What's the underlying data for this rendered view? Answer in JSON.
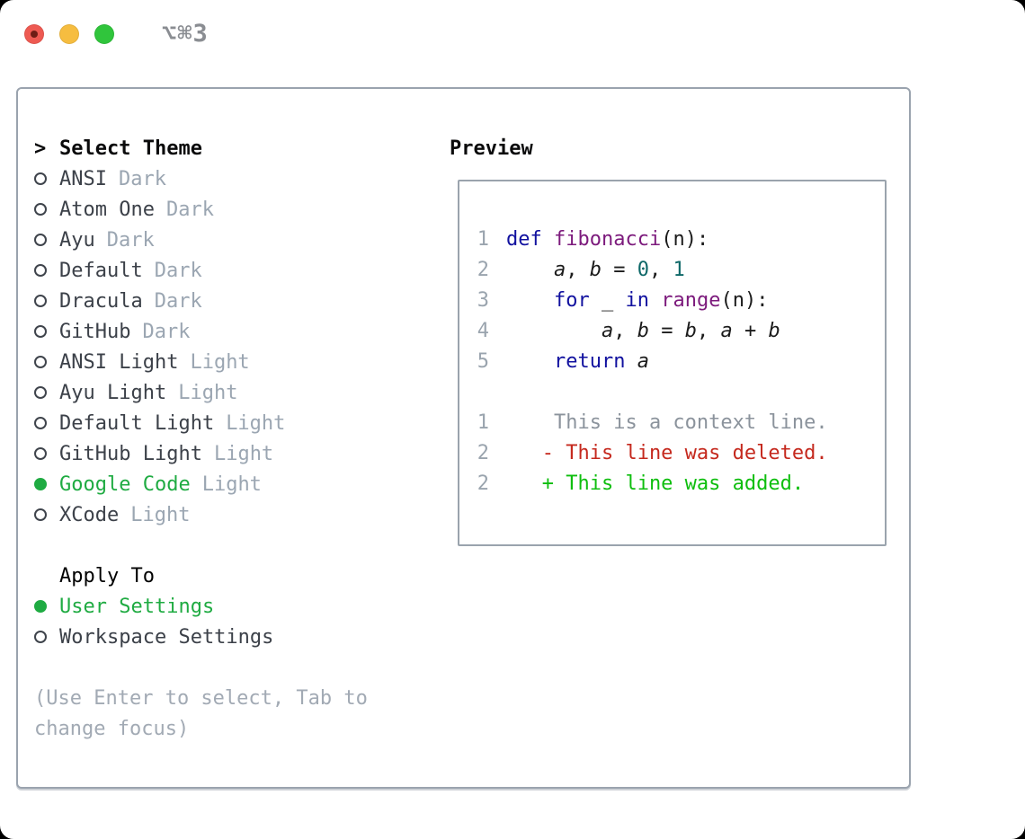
{
  "window": {
    "shortcut_label": "⌥⌘3",
    "traffic_lights": [
      {
        "name": "close",
        "color": "#ee5a52",
        "has_dot": true
      },
      {
        "name": "minimize",
        "color": "#f6bd40",
        "has_dot": false
      },
      {
        "name": "zoom",
        "color": "#30c53c",
        "has_dot": false
      }
    ]
  },
  "theme_panel": {
    "header": {
      "cursor": ">",
      "label": "Select Theme"
    },
    "themes": [
      {
        "name": "ANSI",
        "variant": "Dark",
        "selected": false
      },
      {
        "name": "Atom One",
        "variant": "Dark",
        "selected": false
      },
      {
        "name": "Ayu",
        "variant": "Dark",
        "selected": false
      },
      {
        "name": "Default",
        "variant": "Dark",
        "selected": false
      },
      {
        "name": "Dracula",
        "variant": "Dark",
        "selected": false
      },
      {
        "name": "GitHub",
        "variant": "Dark",
        "selected": false
      },
      {
        "name": "ANSI Light",
        "variant": "Light",
        "selected": false
      },
      {
        "name": "Ayu Light",
        "variant": "Light",
        "selected": false
      },
      {
        "name": "Default Light",
        "variant": "Light",
        "selected": false
      },
      {
        "name": "GitHub Light",
        "variant": "Light",
        "selected": false
      },
      {
        "name": "Google Code",
        "variant": "Light",
        "selected": true
      },
      {
        "name": "XCode",
        "variant": "Light",
        "selected": false
      }
    ],
    "apply_to": {
      "label": "Apply To",
      "options": [
        {
          "name": "User Settings",
          "selected": true
        },
        {
          "name": "Workspace Settings",
          "selected": false
        }
      ]
    },
    "help_lines": [
      "(Use Enter to select, Tab to",
      "change focus)"
    ]
  },
  "preview": {
    "title": "Preview",
    "lines": [
      {
        "num": "1",
        "segments": [
          {
            "t": "def",
            "s": "kw"
          },
          {
            "t": " ",
            "s": "p"
          },
          {
            "t": "fibonacci",
            "s": "fn"
          },
          {
            "t": "(n):",
            "s": "p"
          }
        ]
      },
      {
        "num": "2",
        "segments": [
          {
            "t": "    ",
            "s": "p"
          },
          {
            "t": "a",
            "s": "v"
          },
          {
            "t": ", ",
            "s": "p"
          },
          {
            "t": "b",
            "s": "v"
          },
          {
            "t": " = ",
            "s": "p"
          },
          {
            "t": "0",
            "s": "n"
          },
          {
            "t": ", ",
            "s": "p"
          },
          {
            "t": "1",
            "s": "n"
          }
        ]
      },
      {
        "num": "3",
        "segments": [
          {
            "t": "    ",
            "s": "p"
          },
          {
            "t": "for",
            "s": "kw"
          },
          {
            "t": " _ ",
            "s": "p"
          },
          {
            "t": "in",
            "s": "kw"
          },
          {
            "t": " ",
            "s": "p"
          },
          {
            "t": "range",
            "s": "fn"
          },
          {
            "t": "(n):",
            "s": "p"
          }
        ]
      },
      {
        "num": "4",
        "segments": [
          {
            "t": "        ",
            "s": "p"
          },
          {
            "t": "a",
            "s": "v"
          },
          {
            "t": ", ",
            "s": "p"
          },
          {
            "t": "b",
            "s": "v"
          },
          {
            "t": " = ",
            "s": "p"
          },
          {
            "t": "b",
            "s": "v"
          },
          {
            "t": ", ",
            "s": "p"
          },
          {
            "t": "a",
            "s": "v"
          },
          {
            "t": " + ",
            "s": "p"
          },
          {
            "t": "b",
            "s": "v"
          }
        ]
      },
      {
        "num": "5",
        "segments": [
          {
            "t": "    ",
            "s": "p"
          },
          {
            "t": "return",
            "s": "kw"
          },
          {
            "t": " ",
            "s": "p"
          },
          {
            "t": "a",
            "s": "v"
          }
        ]
      },
      {
        "num": "",
        "segments": []
      },
      {
        "num": "1",
        "segments": [
          {
            "t": "    This is a context line.",
            "s": "ctx"
          }
        ]
      },
      {
        "num": "2",
        "segments": [
          {
            "t": "   - This line was deleted.",
            "s": "del"
          }
        ]
      },
      {
        "num": "2",
        "segments": [
          {
            "t": "   + This line was added.",
            "s": "add"
          }
        ]
      }
    ]
  },
  "colors": {
    "keyword": "#11119f",
    "function_name": "#7c1a7c",
    "number_literal": "#0e6868",
    "plain_code": "#1b1b1b",
    "line_number": "#9aa4ae",
    "diff_context": "#8b939c",
    "diff_deleted": "#c5291e",
    "diff_added": "#0ebe0e",
    "selected_green": "#1fab42",
    "variant_gray": "#9ba6b2",
    "help_gray": "#a2aab4",
    "list_text": "#3c4149"
  }
}
